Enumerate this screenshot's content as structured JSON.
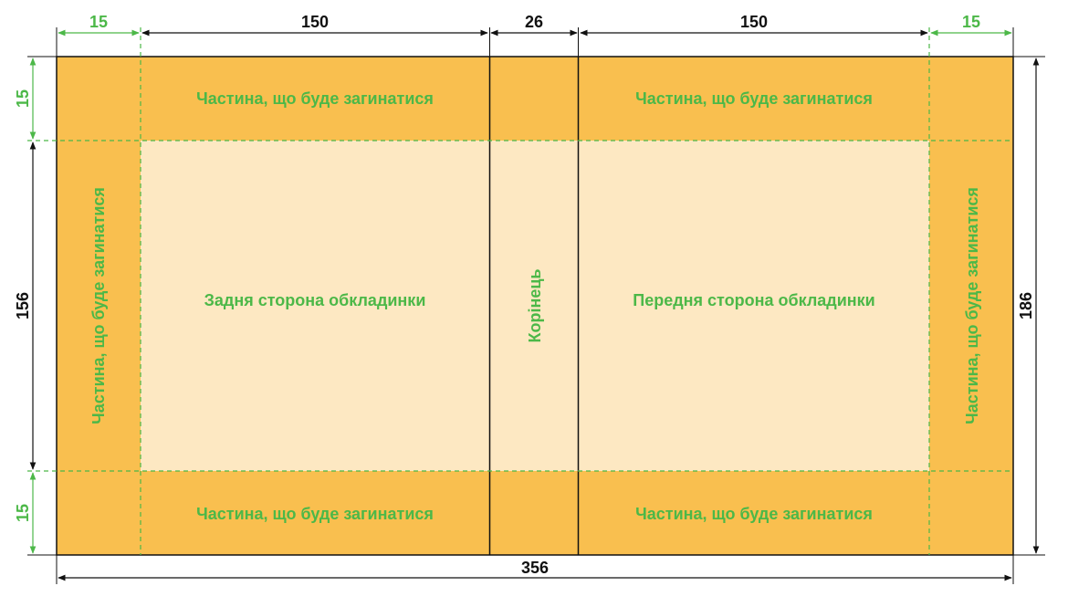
{
  "colors": {
    "fold_fill": "#f9bf4f",
    "cover_fill": "#fde8c2",
    "fold_line": "#4cb848",
    "outline": "#111111",
    "label": "#4cb848"
  },
  "labels": {
    "fold_top_left": "Частина, що буде загинатися",
    "fold_top_right": "Частина, що буде загинатися",
    "fold_bottom_left": "Частина, що буде загинатися",
    "fold_bottom_right": "Частина, що буде загинатися",
    "fold_left": "Частина, що буде загинатися",
    "fold_right": "Частина, що буде загинатися",
    "back_cover": "Задня сторона обкладинки",
    "front_cover": "Передня сторона обкладинки",
    "spine": "Корінець"
  },
  "dimensions": {
    "top_fold_left": "15",
    "top_back": "150",
    "top_spine": "26",
    "top_front": "150",
    "top_fold_right": "15",
    "left_fold_top": "15",
    "left_height": "156",
    "left_fold_bottom": "15",
    "right_total_height": "186",
    "bottom_total_width": "356"
  }
}
